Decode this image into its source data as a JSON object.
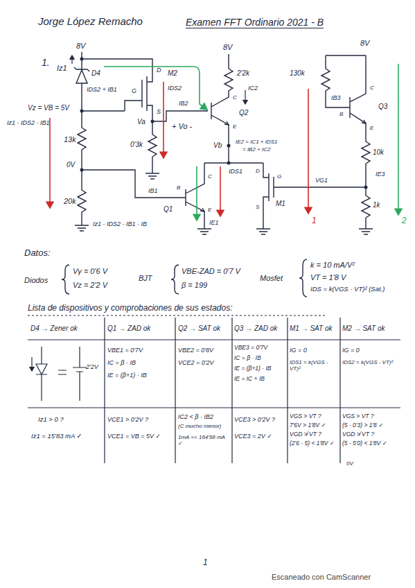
{
  "diagram": {
    "title": "Examen FFT Ordinario 2021 - B",
    "labels": [
      "Jorge López Remacho",
      "1.",
      "8V",
      "Iz1",
      "D4",
      "IDS2 + IB1",
      "Vz = VB = 5V",
      "Iz1 - IDS2 - IB1",
      "13k",
      "0V",
      "20k",
      "Iz1 - IDS2 - IB1 - IB",
      "G",
      "D",
      "M2",
      "S",
      "IDS2",
      "Va",
      "0'3k",
      "+ Vo -",
      "8V",
      "2'2k",
      "IC2",
      "IB2",
      "Q2",
      "C",
      "E",
      "Vb",
      "IE2 = IC1 + IDS1",
      "= IB2 + IC2",
      "IB1",
      "B",
      "C",
      "E",
      "Q1",
      "IE1",
      "IDS1",
      "D",
      "G",
      "S",
      "M1",
      "VG1",
      "8V",
      "130k",
      "IB3",
      "B",
      "C",
      "E",
      "Q3",
      "10k",
      "1k",
      "IE3",
      "1",
      "2",
      "Datos:",
      "Diodos",
      "Vγ = 0'6 V",
      "Vz = 2'2 V",
      "BJT",
      "VBE-ZAD = 0'7 V",
      "β = 199",
      "Mosfet",
      "k = 10 mA/V²",
      "VT = 1'8 V",
      "IDS = k(VGS - VT)² (Sat.)",
      "Lista de dispositivos y comprobaciones de sus estados:",
      "D4 → Zener ok",
      "Q1 → ZAD ok",
      "Q2 → SAT ok",
      "Q3 → ZAD ok",
      "M1 → SAT ok",
      "M2 → SAT ok",
      "2'2V",
      "VBE1 = 0'7V",
      "IC = β · IB",
      "IE = (β+1) · IB",
      "VBE2 = 0'8V",
      "VCE2 = 0'2V",
      "VBE3 = 0'7V",
      "IC = β · IB",
      "IE = (β+1) · IB",
      "IE = IC + IB",
      "IG = 0",
      "IDS1 = k(VGS - VT)²",
      "IG = 0",
      "IDS2 = k(VGS - VT)²",
      "Iz1 > 0 ?",
      "Iz1 = 15'83 mA ✓",
      "VCE1 > 0'2V ?",
      "VCE1 = VB = 5V ✓",
      "IC2 < β · IB2",
      "(C mucho menor)",
      "1mA << 164'58 mA ✓",
      "VCE3 > 0'2V ?",
      "VCE3 = 2V ✓",
      "VGS > VT ?",
      "7'6V > 1'8V ✓",
      "VGD ≯ VT ?",
      "(2'6 - 5) < 1'8V ✓",
      "VGS > VT ?",
      "(5 - 0'3) > 1'8 ✓",
      "VGD ≯ VT ?",
      "(5 - 5'0) < 1'8V ✓",
      "0V",
      "1",
      "Escaneado con CamScanner"
    ]
  }
}
